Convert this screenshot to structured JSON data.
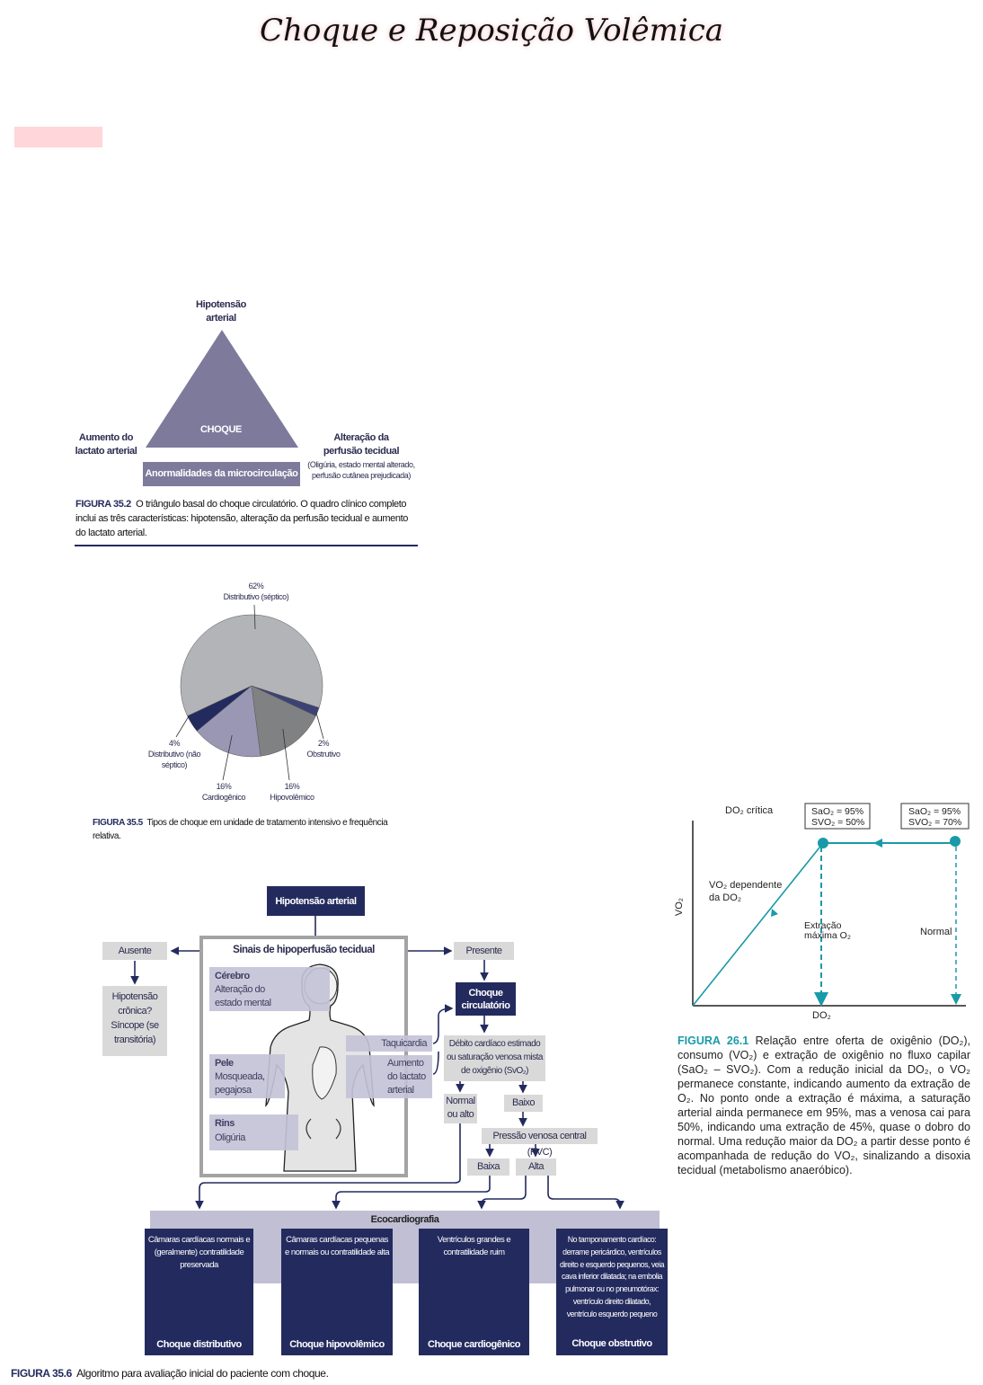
{
  "title": "Choque e Reposição Volêmica",
  "highlight_color": "#ffd6d9",
  "fig352": {
    "top": "Hipotensão arterial",
    "center": "CHOQUE",
    "left": "Aumento do lactato arterial",
    "right": "Alteração da perfusão tecidual",
    "right_note": "(Oligúria, estado mental alterado, perfusão cutânea prejudicada)",
    "bar": "Anormalidades da microcirculação",
    "caption_label": "FIGURA 35.2",
    "caption": "O triângulo basal do choque circulatório. O quadro clínico completo inclui as três características: hipotensão, alteração da perfusão tecidual e aumento do lactato arterial."
  },
  "chart_data": {
    "type": "pie",
    "slices": [
      {
        "pct": "2%",
        "label": "Obstrutivo",
        "value": 2,
        "color": "#3d4275"
      },
      {
        "pct": "16%",
        "label": "Hipovolêmico",
        "value": 16,
        "color": "#808183"
      },
      {
        "pct": "16%",
        "label": "Cardiogênico",
        "value": 16,
        "color": "#9a97b4"
      },
      {
        "pct": "4%",
        "label": "Distributivo (não séptico)",
        "value": 4,
        "color": "#232b5e"
      },
      {
        "pct": "62%",
        "label": "Distributivo (séptico)",
        "value": 62,
        "color": "#b3b4b8"
      }
    ],
    "caption_label": "FIGURA 35.5",
    "caption": "Tipos de choque em unidade de tratamento intensivo e frequência relativa."
  },
  "flow": {
    "hipotensao": "Hipotensão arterial",
    "sinais": "Sinais de hipoperfusão tecidual",
    "cerebro_t": "Cérebro",
    "cerebro": "Alteração do estado mental",
    "pele_t": "Pele",
    "pele": "Mosqueada, pegajosa",
    "rins_t": "Rins",
    "rins": "Oligúria",
    "taqui": "Taquicardia",
    "lactato": "Aumento do lactato arterial",
    "ausente": "Ausente",
    "cronica": "Hipotensão crônica? Síncope (se transitória)",
    "presente": "Presente",
    "choque": "Choque circulatório",
    "debito": "Débito cardíaco estimado ou saturação venosa mista de oxigênio (SvO₂)",
    "normal": "Normal ou alto",
    "baixo": "Baixo",
    "pvc": "Pressão venosa central (PVC)",
    "baixa": "Baixa",
    "alta": "Alta",
    "eco": "Ecocardiografia",
    "results": [
      {
        "text": "Câmaras cardíacas normais e (geralmente) contratilidade preservada",
        "type": "Choque distributivo"
      },
      {
        "text": "Câmaras cardíacas pequenas e normais ou contratilidade alta",
        "type": "Choque hipovolêmico"
      },
      {
        "text": "Ventrículos grandes e contratilidade ruim",
        "type": "Choque cardiogênico"
      },
      {
        "text": "No tamponamento cardíaco: derrame pericárdico, ventrículos direito e esquerdo pequenos, veia cava inferior dilatada; na embolia pulmonar ou no pneumotórax: ventrículo direito dilatado, ventrículo esquerdo pequeno",
        "type": "Choque obstrutivo"
      }
    ],
    "caption_label": "FIGURA 35.6",
    "caption": "Algoritmo para avaliação inicial do paciente com choque."
  },
  "fig261": {
    "critica": "DO₂ crítica",
    "box1a": "SaO₂ = 95%",
    "box1b": "SVO₂ = 50%",
    "box2a": "SaO₂ = 95%",
    "box2b": "SVO₂ = 70%",
    "dep": "VO₂ dependente da DO₂",
    "extr": "Extração máxima O₂",
    "normal": "Normal",
    "ylabel": "VO₂",
    "xlabel": "DO₂",
    "accent": "#1a9aa8",
    "caption_label": "FIGURA 26.1",
    "caption": "Relação entre oferta de oxigênio (DO₂), consumo (VO₂) e extração de oxigênio no fluxo capilar (SaO₂ – SVO₂). Com a redução inicial da DO₂, o VO₂ permanece constante, indicando aumento da extração de O₂. No ponto onde a extração é máxima, a saturação arterial ainda permanece em 95%, mas a venosa cai para 50%, indicando uma extração de 45%, quase o dobro do normal. Uma redução maior da DO₂ a partir desse ponto é acompanhada de redução do VO₂, sinalizando a disoxia tecidual (metabolismo anaeróbico)."
  }
}
